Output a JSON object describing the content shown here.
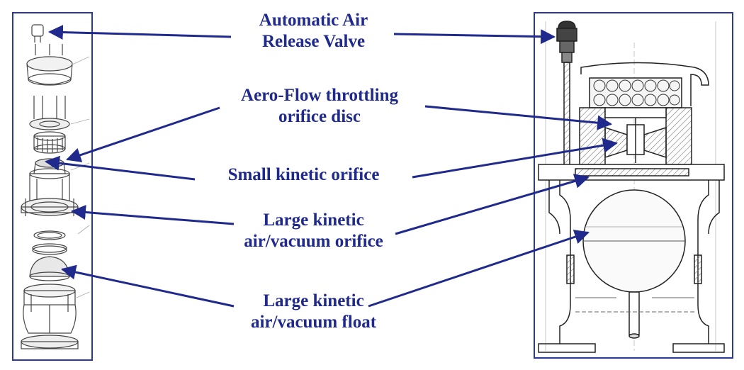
{
  "colors": {
    "label": "#1f2a8c",
    "arrow": "#1f2a8c",
    "drawing": "#444444",
    "frame": "#2b3a9a"
  },
  "labels": [
    {
      "id": "automatic-air-release-valve",
      "lines": [
        "Automatic Air",
        "Release Valve"
      ]
    },
    {
      "id": "aero-flow-throttling-orifice-disc",
      "lines": [
        "Aero-Flow throttling",
        "orifice disc"
      ]
    },
    {
      "id": "small-kinetic-orifice",
      "lines": [
        "Small kinetic orifice"
      ]
    },
    {
      "id": "large-kinetic-air-vacuum-orifice",
      "lines": [
        "Large kinetic",
        "air/vacuum orifice"
      ]
    },
    {
      "id": "large-kinetic-air-vacuum-float",
      "lines": [
        "Large kinetic",
        "air/vacuum float"
      ]
    }
  ]
}
